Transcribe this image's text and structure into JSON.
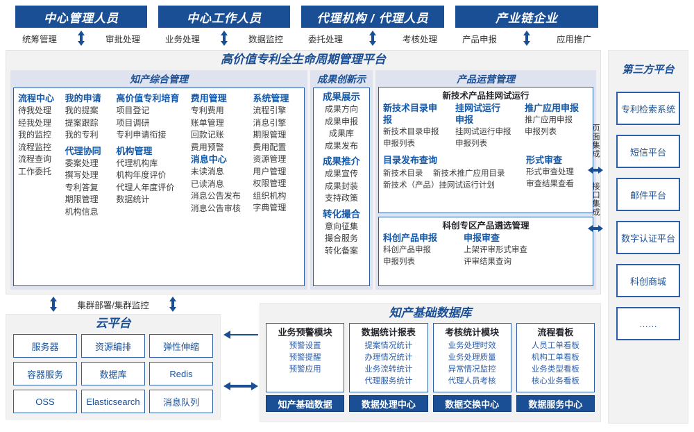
{
  "roles": [
    {
      "title": "中心管理人员",
      "left": "统筹管理",
      "right": "审批处理"
    },
    {
      "title": "中心工作人员",
      "left": "业务处理",
      "right": "数据监控"
    },
    {
      "title": "代理机构 / 代理人员",
      "left": "委托处理",
      "right": "考核处理"
    },
    {
      "title": "产业链企业",
      "left": "产品申报",
      "right": "应用推广"
    }
  ],
  "platform": {
    "title": "高价值专利全生命周期管理平台",
    "groups": {
      "zhichan": {
        "title": "知产综合管理",
        "columns": [
          {
            "sections": [
              {
                "head": "流程中心",
                "items": [
                  "待我处理",
                  "经我处理",
                  "我的监控",
                  "流程监控",
                  "流程查询",
                  "工作委托"
                ]
              }
            ]
          },
          {
            "sections": [
              {
                "head": "我的申请",
                "items": [
                  "我的提案",
                  "提案跟踪",
                  "我的专利"
                ]
              },
              {
                "head": "代理协同",
                "items": [
                  "委案处理",
                  "撰写处理",
                  "专利答复",
                  "期限管理",
                  "机构信息"
                ]
              }
            ]
          },
          {
            "sections": [
              {
                "head": "高价值专利培育",
                "items": [
                  "项目登记",
                  "项目调研",
                  "专利申请衔接"
                ]
              },
              {
                "head": "机构管理",
                "items": [
                  "代理机构库",
                  "机构年度评价",
                  "代理人年度评价",
                  "数据统计"
                ]
              }
            ]
          },
          {
            "sections": [
              {
                "head": "费用管理",
                "items": [
                  "专利费用",
                  "账单管理",
                  "回款记账",
                  "费用预警"
                ]
              },
              {
                "head": "消息中心",
                "items": [
                  "未读消息",
                  "已读消息",
                  "消息公告发布",
                  "消息公告审核"
                ]
              }
            ]
          },
          {
            "sections": [
              {
                "head": "系统管理",
                "items": [
                  "流程引擎",
                  "消息引擎",
                  "期限管理",
                  "费用配置",
                  "资源管理",
                  "用户管理",
                  "权限管理",
                  "组织机构",
                  "字典管理"
                ]
              }
            ]
          }
        ]
      },
      "chengguo": {
        "title": "成果创新示范",
        "sections": [
          {
            "head": "成果展示",
            "items": [
              "成果方向",
              "成果申报",
              "成果库",
              "成果发布"
            ]
          },
          {
            "head": "成果推介",
            "items": [
              "成果宣传",
              "成果封装",
              "支持政策"
            ]
          },
          {
            "head": "转化撮合",
            "items": [
              "意向征集",
              "撮合服务",
              "转化备案"
            ]
          }
        ]
      },
      "chanpin": {
        "title": "产品运营管理",
        "boxes": [
          {
            "title": "新技术产品挂网试运行",
            "columns": [
              {
                "head": "新技术目录申报",
                "items": [
                  "新技术目录申报",
                  "申报列表"
                ]
              },
              {
                "head": "挂网试运行申报",
                "items": [
                  "挂网试运行申报",
                  "申报列表"
                ]
              },
              {
                "head": "推广应用申报",
                "items": [
                  "推广应用申报",
                  "申报列表"
                ]
              }
            ],
            "rows2": [
              {
                "head": "目录发布查询",
                "items": [
                  "新技术目录",
                  "新技术推广应用目录",
                  "新技术（产品）挂网试运行计划"
                ]
              },
              {
                "head": "形式审查",
                "items": [
                  "形式审查处理",
                  "审查结果查看"
                ]
              }
            ]
          },
          {
            "title": "科创专区产品遴选管理",
            "columns": [
              {
                "head": "科创产品申报",
                "items": [
                  "科创产品申报",
                  "申报列表"
                ]
              },
              {
                "head": "申报审查",
                "items": [
                  "上架评审形式审查",
                  "评审结果查询"
                ]
              }
            ]
          }
        ]
      }
    }
  },
  "integration": {
    "page": "页面集成",
    "api": "接口集成"
  },
  "thirdparty": {
    "title": "第三方平台",
    "items": [
      "专利检索系统",
      "短信平台",
      "邮件平台",
      "数字认证平台",
      "科创商城",
      "……"
    ]
  },
  "cluster_label": "集群部署/集群监控",
  "cloud": {
    "title": "云平台",
    "cells": [
      "服务器",
      "资源编排",
      "弹性伸缩",
      "容器服务",
      "数据库",
      "Redis",
      "OSS",
      "Elasticsearch",
      "消息队列"
    ]
  },
  "database": {
    "title": "知产基础数据库",
    "columns": [
      {
        "head": "业务预警模块",
        "items": [
          "预警设置",
          "预警提醒",
          "预警应用"
        ],
        "foot": "知产基础数据"
      },
      {
        "head": "数据统计报表",
        "items": [
          "提案情况统计",
          "办理情况统计",
          "业务流转统计",
          "代理服务统计"
        ],
        "foot": "数据处理中心"
      },
      {
        "head": "考核统计模块",
        "items": [
          "业务处理时效",
          "业务处理质量",
          "异常情况监控",
          "代理人员考核"
        ],
        "foot": "数据交换中心"
      },
      {
        "head": "流程看板",
        "items": [
          "人员工单看板",
          "机构工单看板",
          "业务类型看板",
          "核心业务看板"
        ],
        "foot": "数据服务中心"
      }
    ]
  },
  "colors": {
    "brand": "#1a4f95",
    "accent": "#2c5ea9",
    "groupBg": "#dfe3ef",
    "panelBg": "#f2f2f2"
  }
}
